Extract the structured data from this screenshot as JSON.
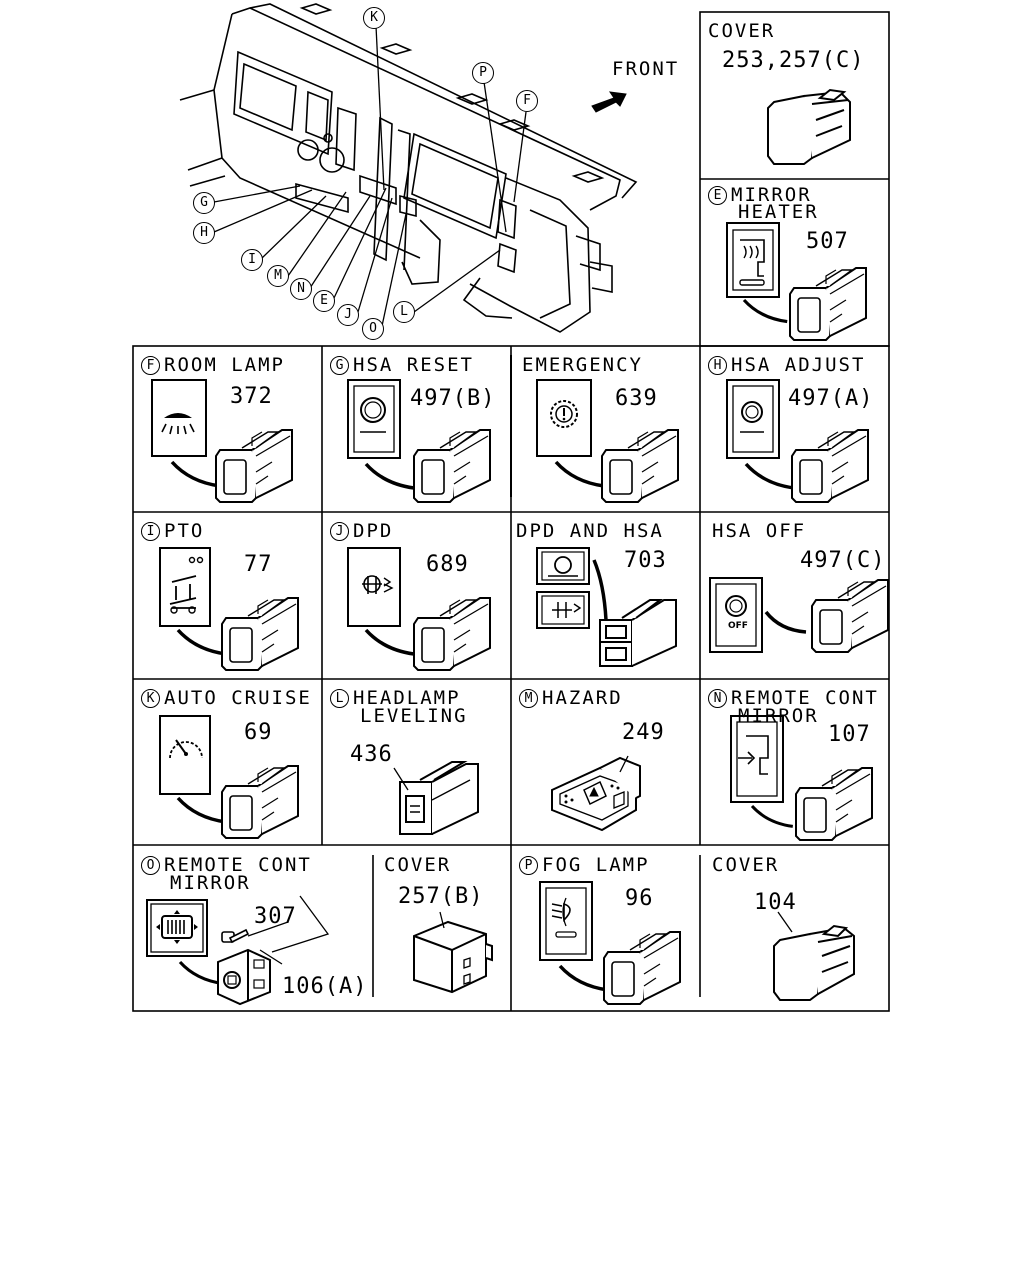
{
  "front_label": "FRONT",
  "callouts": {
    "K": "K",
    "P": "P",
    "F": "F",
    "G": "G",
    "H": "H",
    "I": "I",
    "M": "M",
    "N": "N",
    "E": "E",
    "J": "J",
    "O": "O",
    "L": "L"
  },
  "panels": {
    "cover_top": {
      "title": "COVER",
      "part": "253,257(C)"
    },
    "mirror_heater": {
      "letter": "E",
      "title1": "MIRROR",
      "title2": "HEATER",
      "part": "507"
    },
    "room_lamp": {
      "letter": "F",
      "title": "ROOM LAMP",
      "part": "372"
    },
    "hsa_reset": {
      "letter": "G",
      "title": "HSA RESET",
      "part": "497(B)"
    },
    "emergency": {
      "title": "EMERGENCY",
      "part": "639"
    },
    "hsa_adjust": {
      "letter": "H",
      "title": "HSA ADJUST",
      "part": "497(A)"
    },
    "pto": {
      "letter": "I",
      "title": "PTO",
      "part": "77"
    },
    "dpd": {
      "letter": "J",
      "title": "DPD",
      "part": "689"
    },
    "dpd_hsa": {
      "title": "DPD AND HSA",
      "part": "703"
    },
    "hsa_off": {
      "title": "HSA OFF",
      "part": "497(C)",
      "off_text": "OFF"
    },
    "auto_cruise": {
      "letter": "K",
      "title": "AUTO CRUISE",
      "part": "69"
    },
    "headlamp_leveling": {
      "letter": "L",
      "title1": "HEADLAMP",
      "title2": "LEVELING",
      "part": "436"
    },
    "hazard": {
      "letter": "M",
      "title": "HAZARD",
      "part": "249"
    },
    "remote_cont_mirror_n": {
      "letter": "N",
      "title1": "REMOTE CONT",
      "title2": "MIRROR",
      "part": "107"
    },
    "remote_cont_mirror_o": {
      "letter": "O",
      "title1": "REMOTE CONT",
      "title2": "MIRROR",
      "part_screw": "307",
      "part_switch": "106(A)"
    },
    "cover_b": {
      "title": "COVER",
      "part": "257(B)"
    },
    "fog_lamp": {
      "letter": "P",
      "title": "FOG LAMP",
      "part": "96"
    },
    "cover_104": {
      "title": "COVER",
      "part": "104"
    }
  }
}
